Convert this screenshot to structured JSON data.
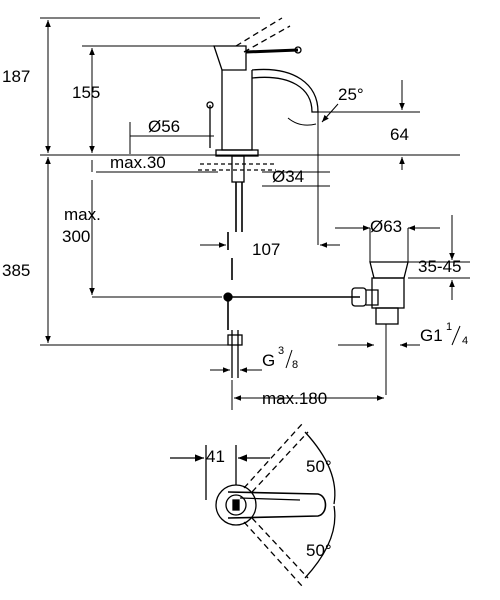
{
  "dimensions": {
    "total_height": "187",
    "spout_height": "155",
    "spout_angle": "25°",
    "spout_reach_vertical": "64",
    "base_diameter": "Ø56",
    "deck_thickness": "max.30",
    "hole_diameter": "Ø34",
    "hose_length_label": "max.",
    "hose_length_value": "300",
    "overall_height": "385",
    "spout_projection": "107",
    "waste_diameter": "Ø63",
    "waste_range": "35-45",
    "waste_thread": "G1",
    "waste_thread_fraction_num": "1",
    "waste_thread_fraction_den": "4",
    "supply_thread": "G",
    "supply_thread_fraction_num": "3",
    "supply_thread_fraction_den": "8",
    "waste_offset": "max.180",
    "lever_offset": "41",
    "lever_angle_top": "50°",
    "lever_angle_bottom": "50°"
  }
}
